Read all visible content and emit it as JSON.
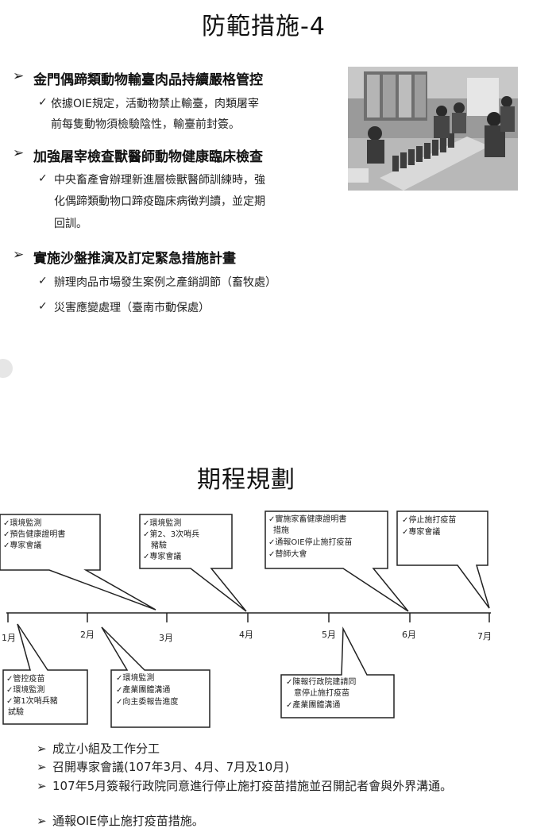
{
  "slide1": {
    "title": "防範措施-4",
    "items": [
      {
        "text": "金門偶蹄類動物輸臺肉品持續嚴格管控",
        "subs": [
          "依據OIE規定，活動物禁止輸臺，肉類屠宰",
          "前每隻動物須檢驗陰性，輸臺前封簽。"
        ]
      },
      {
        "text": "加強屠宰檢查獸醫師動物健康臨床檢查",
        "subs": [
          "中央畜產會辦理新進層檢獸醫師訓練時，強",
          "化偶蹄類動物口蹄疫臨床病徵判讀，並定期",
          "回訓。"
        ]
      },
      {
        "text": "實施沙盤推演及訂定緊急措施計畫",
        "subs": [
          "辦理肉品市場發生案例之產銷調節（畜牧處）",
          "災害應變處理（臺南市動保處）"
        ]
      }
    ]
  },
  "slide2": {
    "title": "期程規劃",
    "months": [
      "1月",
      "2月",
      "3月",
      "4月",
      "5月",
      "6月",
      "7月"
    ],
    "top_boxes": [
      [
        "✓環境監測",
        "✓預告健康證明書",
        "✓專家會議"
      ],
      [
        "✓環境監測",
        "✓第2、3次哨兵",
        "豬驗",
        "✓專家會議"
      ],
      [
        "✓實施家畜健康證明書",
        "措施",
        "✓通報OIE停止施打疫苗",
        "✓替師大會"
      ],
      [
        "✓停止施打疫苗",
        "✓專家會議"
      ]
    ],
    "bottom_boxes": [
      [
        "✓管控疫苗",
        "✓環境監測",
        "✓第1次哨兵豬",
        "試驗"
      ],
      [
        "✓環境監測",
        "✓產業團體溝通",
        "✓向主委報告進度"
      ],
      [
        "✓陳報行政院建請同",
        "意停止施打疫苗",
        "✓產業團體溝通"
      ]
    ],
    "bullets": [
      "成立小組及工作分工",
      "召開專家會議(107年3月、4月、7月及10月)",
      "107年5月簽報行政院同意進行停止施打疫苗措施並召開記者會與外界溝通。",
      "通報OIE停止施打疫苗措施。"
    ]
  }
}
